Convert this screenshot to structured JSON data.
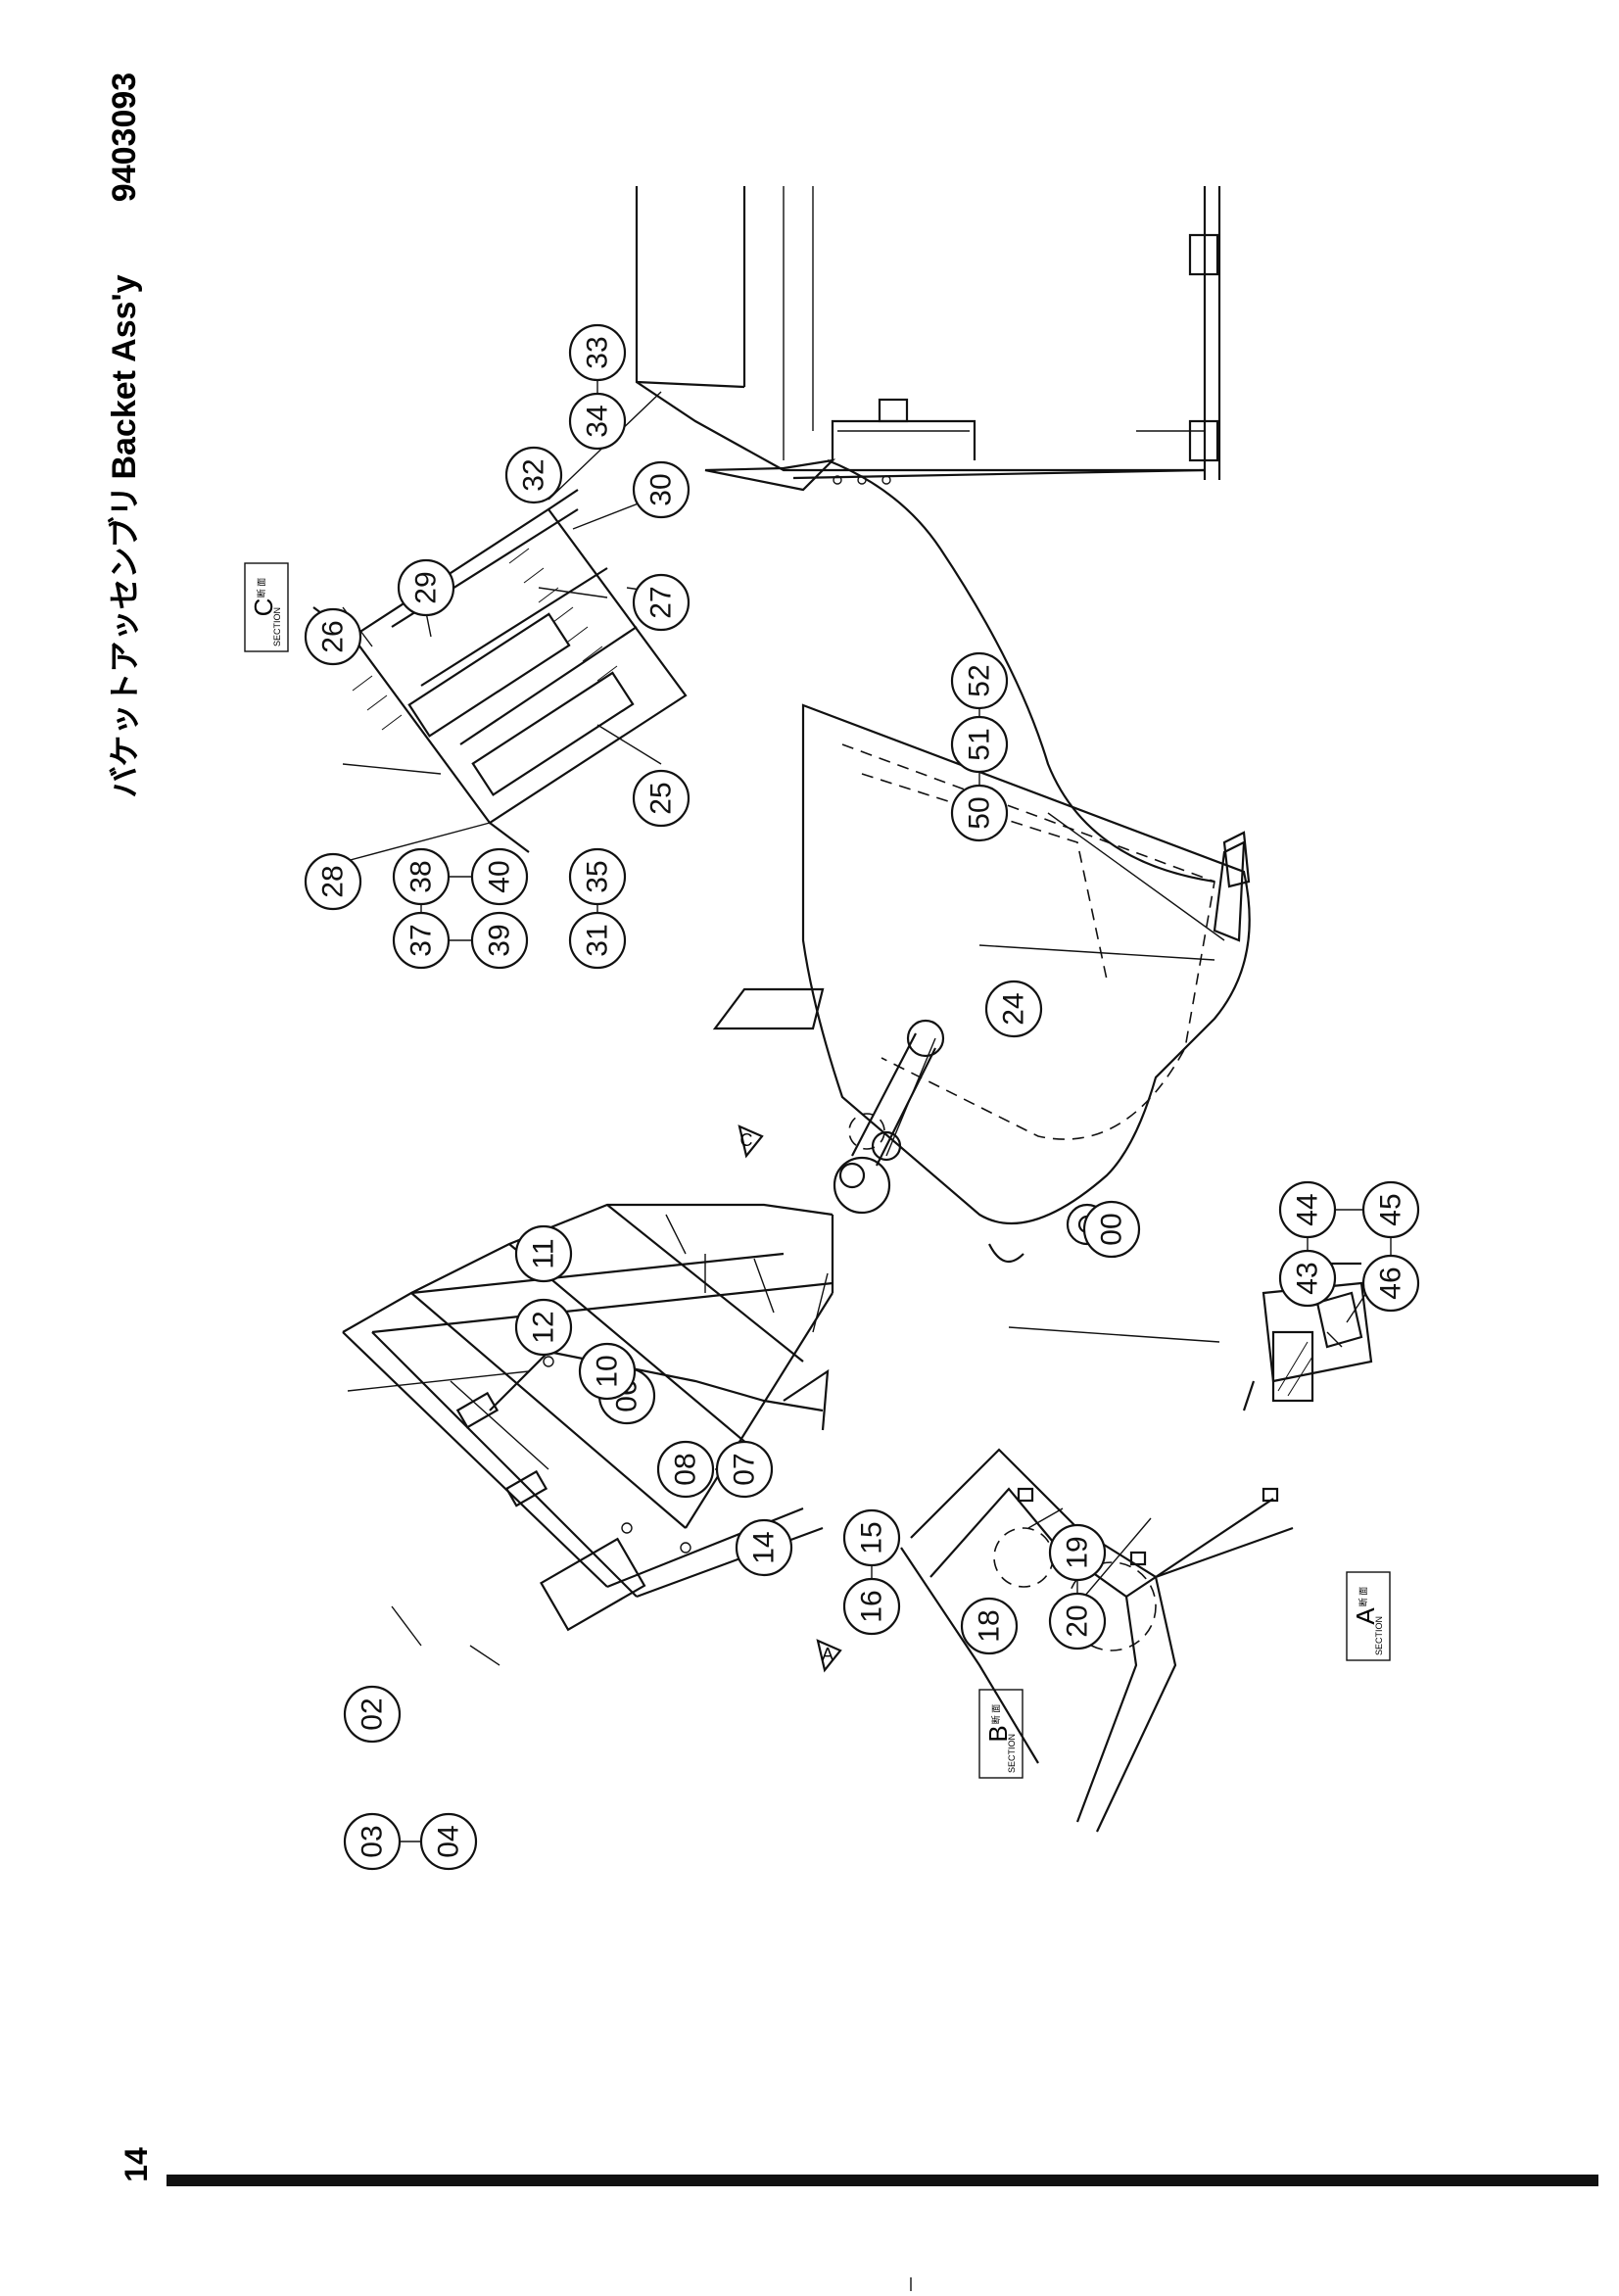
{
  "page": {
    "title_japanese": "バケットアッセンブリ",
    "title_english": "Backet Ass'y",
    "drawing_number": "9403093",
    "page_number": "14"
  },
  "section_labels": {
    "a": {
      "kanji": "断 面",
      "word": "SECTION",
      "letter": "A"
    },
    "b": {
      "kanji": "断 面",
      "word": "SECTION",
      "letter": "B"
    },
    "c": {
      "kanji": "断 面",
      "word": "SECTION",
      "letter": "C"
    }
  },
  "view_markers": {
    "a": "A",
    "c": "C"
  },
  "callouts": {
    "c00": "00",
    "c02": "02",
    "c03": "03",
    "c04": "04",
    "c06": "06",
    "c07": "07",
    "c08": "08",
    "c10": "10",
    "c11": "11",
    "c12": "12",
    "c14": "14",
    "c15": "15",
    "c16": "16",
    "c18": "18",
    "c19": "19",
    "c20": "20",
    "c24": "24",
    "c25": "25",
    "c26": "26",
    "c27": "27",
    "c28": "28",
    "c29": "29",
    "c30": "30",
    "c31": "31",
    "c32": "32",
    "c33": "33",
    "c34": "34",
    "c35": "35",
    "c37": "37",
    "c38": "38",
    "c39": "39",
    "c40": "40",
    "c43": "43",
    "c44": "44",
    "c45": "45",
    "c46": "46",
    "c50": "50",
    "c51": "51",
    "c52": "52"
  }
}
